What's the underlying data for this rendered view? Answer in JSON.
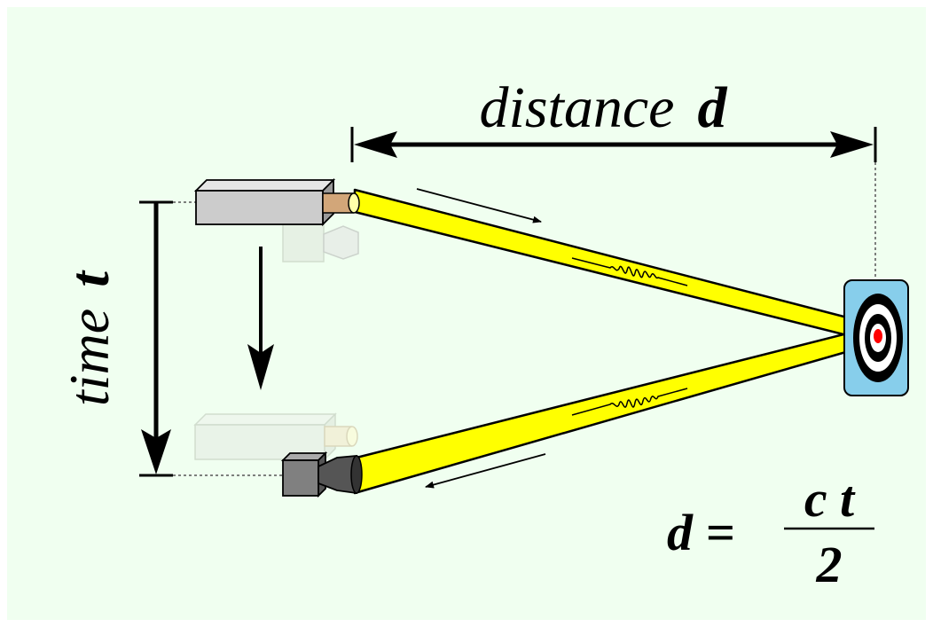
{
  "labels": {
    "distance_word": "distance",
    "distance_symbol": "d",
    "time_word": "time",
    "time_symbol": "t"
  },
  "formula": {
    "lhs": "d =",
    "numerator": "c t",
    "denominator": "2"
  },
  "colors": {
    "background": "#f0fff0",
    "beam": "#ffff00",
    "target_panel": "#87ceeb",
    "target_center": "#ff0000",
    "device_body": "#cccccc",
    "device_faded": "#e3e9df",
    "emitter_lens": "#d2a679",
    "receiver_cone": "#666666"
  },
  "icons": {
    "device_top": "laser-rangefinder-emitting-icon",
    "device_bottom": "laser-rangefinder-receiving-icon",
    "target": "bullseye-target-icon"
  }
}
